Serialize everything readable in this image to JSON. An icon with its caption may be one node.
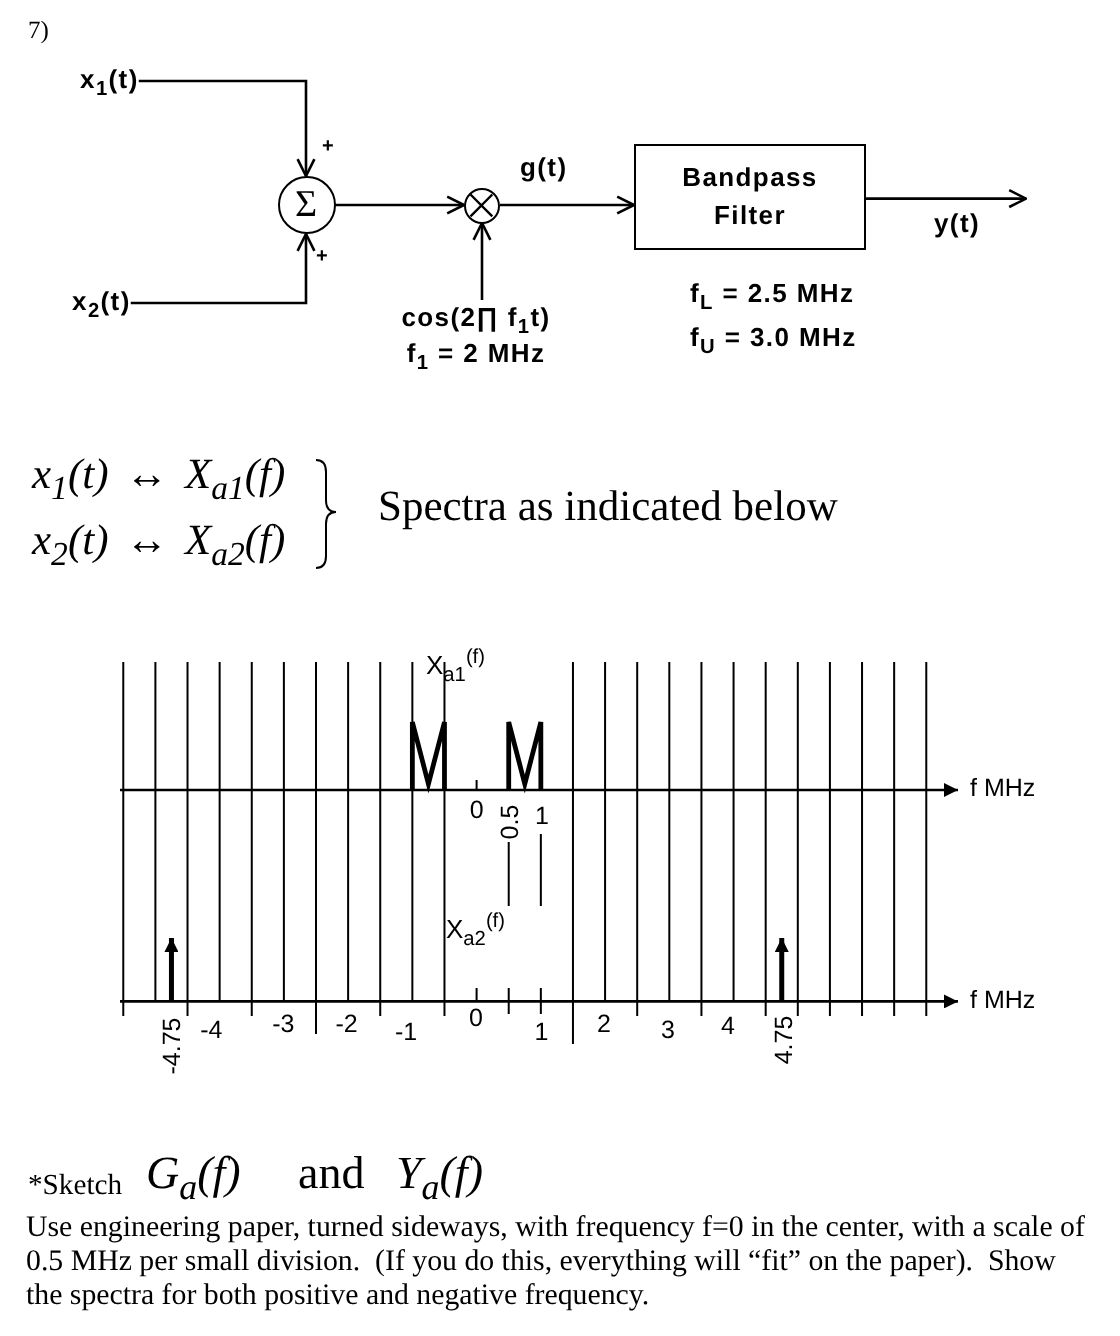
{
  "diagram": {
    "nodes": [
      {
        "text": [
          "x$_{1}$(t)"
        ]
      },
      {
        "text": [
          "x$_{2}$(t)"
        ]
      },
      {
        "text": [
          "Σ"
        ]
      },
      {
        "text": [],
        "shape": "circle"
      },
      {
        "text": [
          "cos(2∏ f$_{1}$t)",
          "f$_{1}$ = 2 MHz"
        ]
      },
      {
        "text": [
          "Bandpass Filter"
        ],
        "beside": [
          "f$_{L}$ = 2.5 MHz",
          "f$_{U}$ = 3.0 MHz"
        ]
      }
    ],
    "edges": [
      {
        "from": 0,
        "to": 2,
        "arrow": "to",
        "label": "+"
      },
      {
        "from": 1,
        "to": 2,
        "arrow": "to",
        "label": "+"
      },
      {
        "from": 2,
        "to": 3,
        "arrow": "to"
      },
      {
        "from": 4,
        "to": 3,
        "arrow": "to"
      },
      {
        "from": 3,
        "to": 5,
        "arrow": "to",
        "label": "g(t)"
      },
      {
        "from": 5,
        "to": null,
        "arrow": "to",
        "label": "y(t)"
      }
    ],
    "labels": [
      "7)",
      "x$_{1}$(t) ↔ X$_{a1}$(f)",
      "x$_{2}$(t) ↔ X$_{a2}$(f)",
      "Spectra as indicated below",
      "X$_{a1}$$^{(f)}$",
      "f MHz",
      "0",
      "0.5",
      "1",
      "X$_{a2}$$^{(f)}$",
      "f MHz",
      "-4.75",
      "-4",
      "-3",
      "-2",
      "-1",
      "0",
      "1",
      "2",
      "3",
      "4",
      "4.75",
      "*Sketch",
      "G$_{a}$(f)",
      "and",
      "Y$_{a}$(f)",
      "Use engineering paper, turned sideways, with frequency f=0 in the center, with a scale of 0.5 MHz per small division.  (If you do this, everything will “fit” on the paper).  Show the spectra for both positive and negative frequency."
    ]
  }
}
